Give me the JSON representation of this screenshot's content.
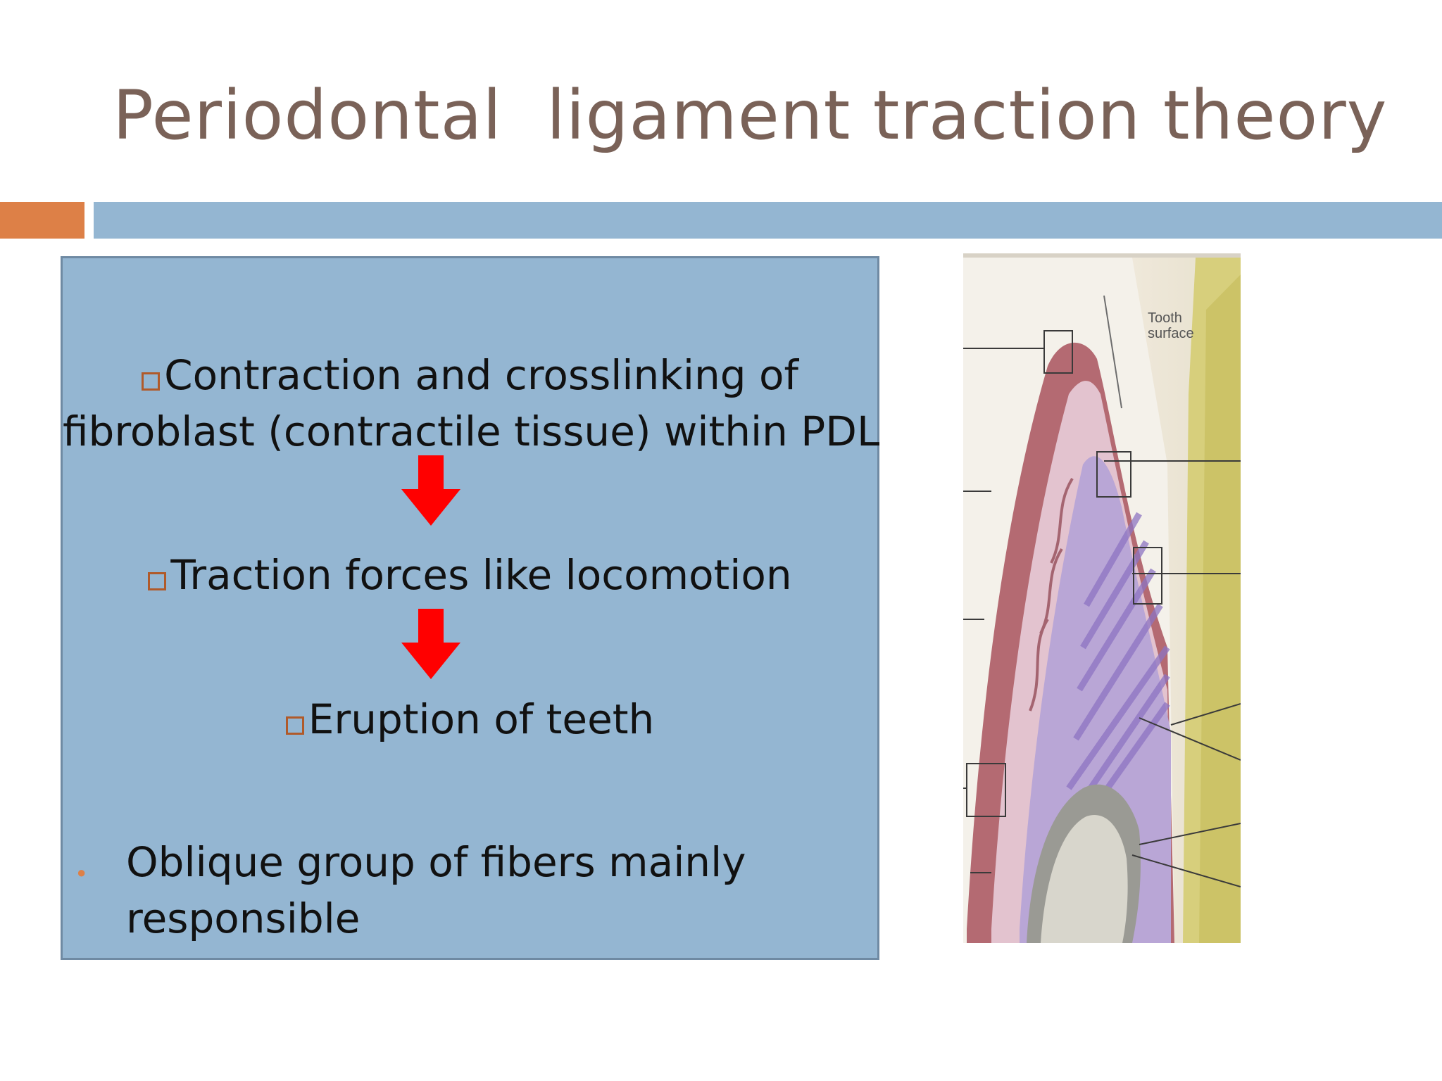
{
  "slide": {
    "title": "Periodontal  ligament traction theory",
    "accent_color": "#dd8047",
    "band_color": "#94b6d2",
    "title_color": "#7a6258"
  },
  "box": {
    "step1_line1": "Contraction and crosslinking of",
    "step1_line2": "fibroblast (contractile tissue) within PDL",
    "step2": "Traction forces like locomotion",
    "step3": "Eruption of teeth",
    "bullet_line1": "Oblique group of fibers mainly",
    "bullet_line2": "responsible",
    "arrow_color": "#ff0000",
    "arrow_icon": "arrow-down-icon",
    "checkbox_icon": "checkbox-icon"
  },
  "figure": {
    "label_line1": "Tooth",
    "label_line2": "surface"
  }
}
